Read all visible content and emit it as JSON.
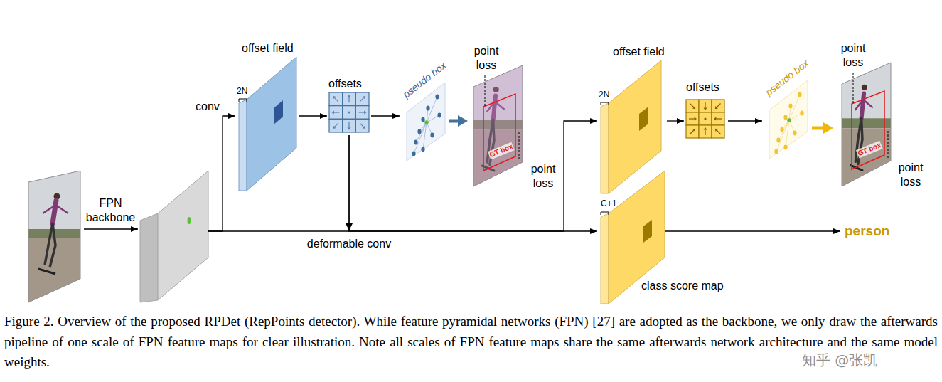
{
  "diagram": {
    "caption": "Figure 2. Overview of the proposed RPDet (RepPoints detector). While feature pyramidal networks (FPN) [27] are adopted as the backbone, we only draw the afterwards pipeline of one scale of FPN feature maps for clear illustration. Note all scales of FPN feature maps share the same afterwards network architecture and the same model weights.",
    "nodes": [
      {
        "text": [
          "offset field",
          "2N"
        ]
      },
      {
        "text": [
          "offsets"
        ]
      },
      {
        "text": [
          "pseudo box"
        ]
      },
      {
        "text": [
          "point loss",
          "point loss",
          "GT box"
        ]
      },
      {
        "text": [
          "offset field",
          "2N"
        ]
      },
      {
        "text": [
          "offsets"
        ]
      },
      {
        "text": [
          "pseudo box"
        ]
      },
      {
        "text": [
          "point loss",
          "point loss",
          "GT box"
        ]
      },
      {
        "text": [
          "C+1",
          "class score map"
        ]
      }
    ],
    "edges": [
      {
        "from": 0,
        "to": 1,
        "arrow": "to"
      },
      {
        "from": 1,
        "to": 2,
        "arrow": "to"
      },
      {
        "from": 2,
        "to": 3,
        "arrow": "to"
      },
      {
        "from": 4,
        "to": 5,
        "arrow": "to"
      },
      {
        "from": 5,
        "to": 6,
        "arrow": "to"
      },
      {
        "from": 6,
        "to": 7,
        "arrow": "to"
      },
      {
        "from": 1,
        "to": 4,
        "arrow": "to"
      },
      {
        "from": 1,
        "to": 8,
        "arrow": "to",
        "label": "deformable conv"
      }
    ],
    "labels": [
      "FPN backbone",
      "conv",
      "person",
      "知乎 @张凯"
    ]
  }
}
